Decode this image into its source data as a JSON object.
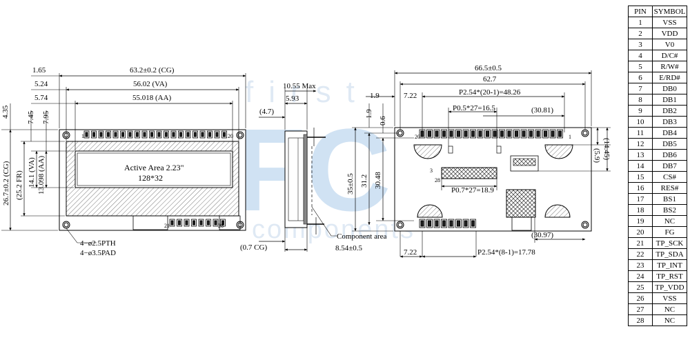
{
  "watermark": {
    "line1": "first",
    "logo": "FC",
    "line2": "components",
    "color": "#5b9bd5"
  },
  "front_view": {
    "dims_top": [
      "1.65",
      "63.2±0.2 (CG)",
      "5.24",
      "56.02 (VA)",
      "5.74",
      "55.018 (AA)"
    ],
    "dims_left": [
      "4.35",
      "7.45",
      "7.95",
      "26.7±0.2 (CG)",
      "(25.2 FR)",
      "14.1 (VA)",
      "13.098 (AA)"
    ],
    "active_area_line1": "Active Area 2.23\"",
    "active_area_line2": "128*32",
    "pin_label_top_left": "1",
    "pin_label_top_right": "20",
    "pin_label_bottom_left": "21",
    "pin_label_bottom_right": "28",
    "hole_note1": "4−ø2.5PTH",
    "hole_note2": "4−ø3.5PAD"
  },
  "side_view": {
    "dims": [
      "10.55 Max",
      "5.93",
      "(4.7)",
      "(0.7 CG)",
      "8.54±0.5"
    ],
    "component_label": "Component area"
  },
  "back_view": {
    "dims_top": [
      "66.5±0.5",
      "62.7",
      "1.9",
      "7.22",
      "P2.54*(20-1)=48.26",
      "P0.5*27=16.5",
      "(30.81)"
    ],
    "dims_left": [
      "1.9",
      "0.6",
      "35±0.5",
      "31.2",
      "30.48"
    ],
    "dims_right": [
      "(5.9)",
      "(14.45)"
    ],
    "dims_bottom": [
      "(30.97)",
      "7.22",
      "P2.54*(8-1)=17.78"
    ],
    "fpc_pitch": "P0.7*27=18.9",
    "label_3": "3",
    "label_28": "28",
    "label_1": "1",
    "label_20": "20"
  },
  "pin_table": {
    "headers": [
      "PIN",
      "SYMBOL"
    ],
    "rows": [
      [
        "1",
        "VSS"
      ],
      [
        "2",
        "VDD"
      ],
      [
        "3",
        "V0"
      ],
      [
        "4",
        "D/C#"
      ],
      [
        "5",
        "R/W#"
      ],
      [
        "6",
        "E/RD#"
      ],
      [
        "7",
        "DB0"
      ],
      [
        "8",
        "DB1"
      ],
      [
        "9",
        "DB2"
      ],
      [
        "10",
        "DB3"
      ],
      [
        "11",
        "DB4"
      ],
      [
        "12",
        "DB5"
      ],
      [
        "13",
        "DB6"
      ],
      [
        "14",
        "DB7"
      ],
      [
        "15",
        "CS#"
      ],
      [
        "16",
        "RES#"
      ],
      [
        "17",
        "BS1"
      ],
      [
        "18",
        "BS2"
      ],
      [
        "19",
        "NC"
      ],
      [
        "20",
        "FG"
      ],
      [
        "21",
        "TP_SCK"
      ],
      [
        "22",
        "TP_SDA"
      ],
      [
        "23",
        "TP_INT"
      ],
      [
        "24",
        "TP_RST"
      ],
      [
        "25",
        "TP_VDD"
      ],
      [
        "26",
        "VSS"
      ],
      [
        "27",
        "NC"
      ],
      [
        "28",
        "NC"
      ]
    ]
  }
}
